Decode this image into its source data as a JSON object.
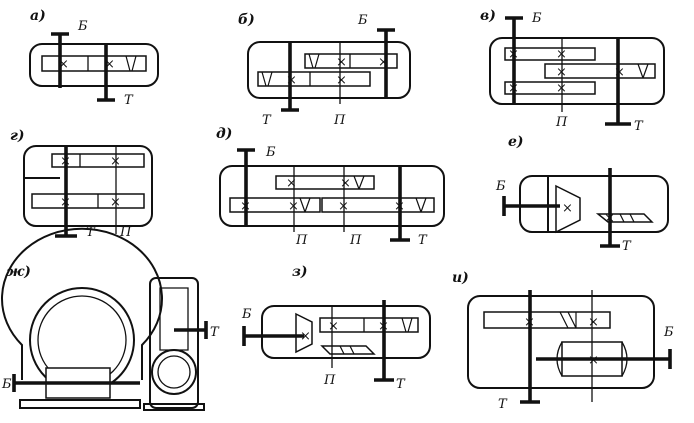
{
  "panels": [
    {
      "key": "a",
      "label": "а)",
      "shaft_labels": [
        "Б",
        "Т"
      ]
    },
    {
      "key": "b",
      "label": "б)",
      "shaft_labels": [
        "Б",
        "Т",
        "П"
      ]
    },
    {
      "key": "v",
      "label": "в)",
      "shaft_labels": [
        "Б",
        "П",
        "Т"
      ]
    },
    {
      "key": "g",
      "label": "г)",
      "shaft_labels": [
        "Т",
        "П"
      ]
    },
    {
      "key": "d",
      "label": "д)",
      "shaft_labels": [
        "Б",
        "П",
        "П",
        "Т"
      ]
    },
    {
      "key": "e",
      "label": "е)",
      "shaft_labels": [
        "Б",
        "Т"
      ]
    },
    {
      "key": "zh",
      "label": "ж)",
      "shaft_labels": [
        "Т",
        "Б"
      ]
    },
    {
      "key": "z",
      "label": "з)",
      "shaft_labels": [
        "Б",
        "П",
        "Т"
      ]
    },
    {
      "key": "i",
      "label": "и)",
      "shaft_labels": [
        "Б",
        "Т"
      ]
    }
  ],
  "gear_mark": "×"
}
